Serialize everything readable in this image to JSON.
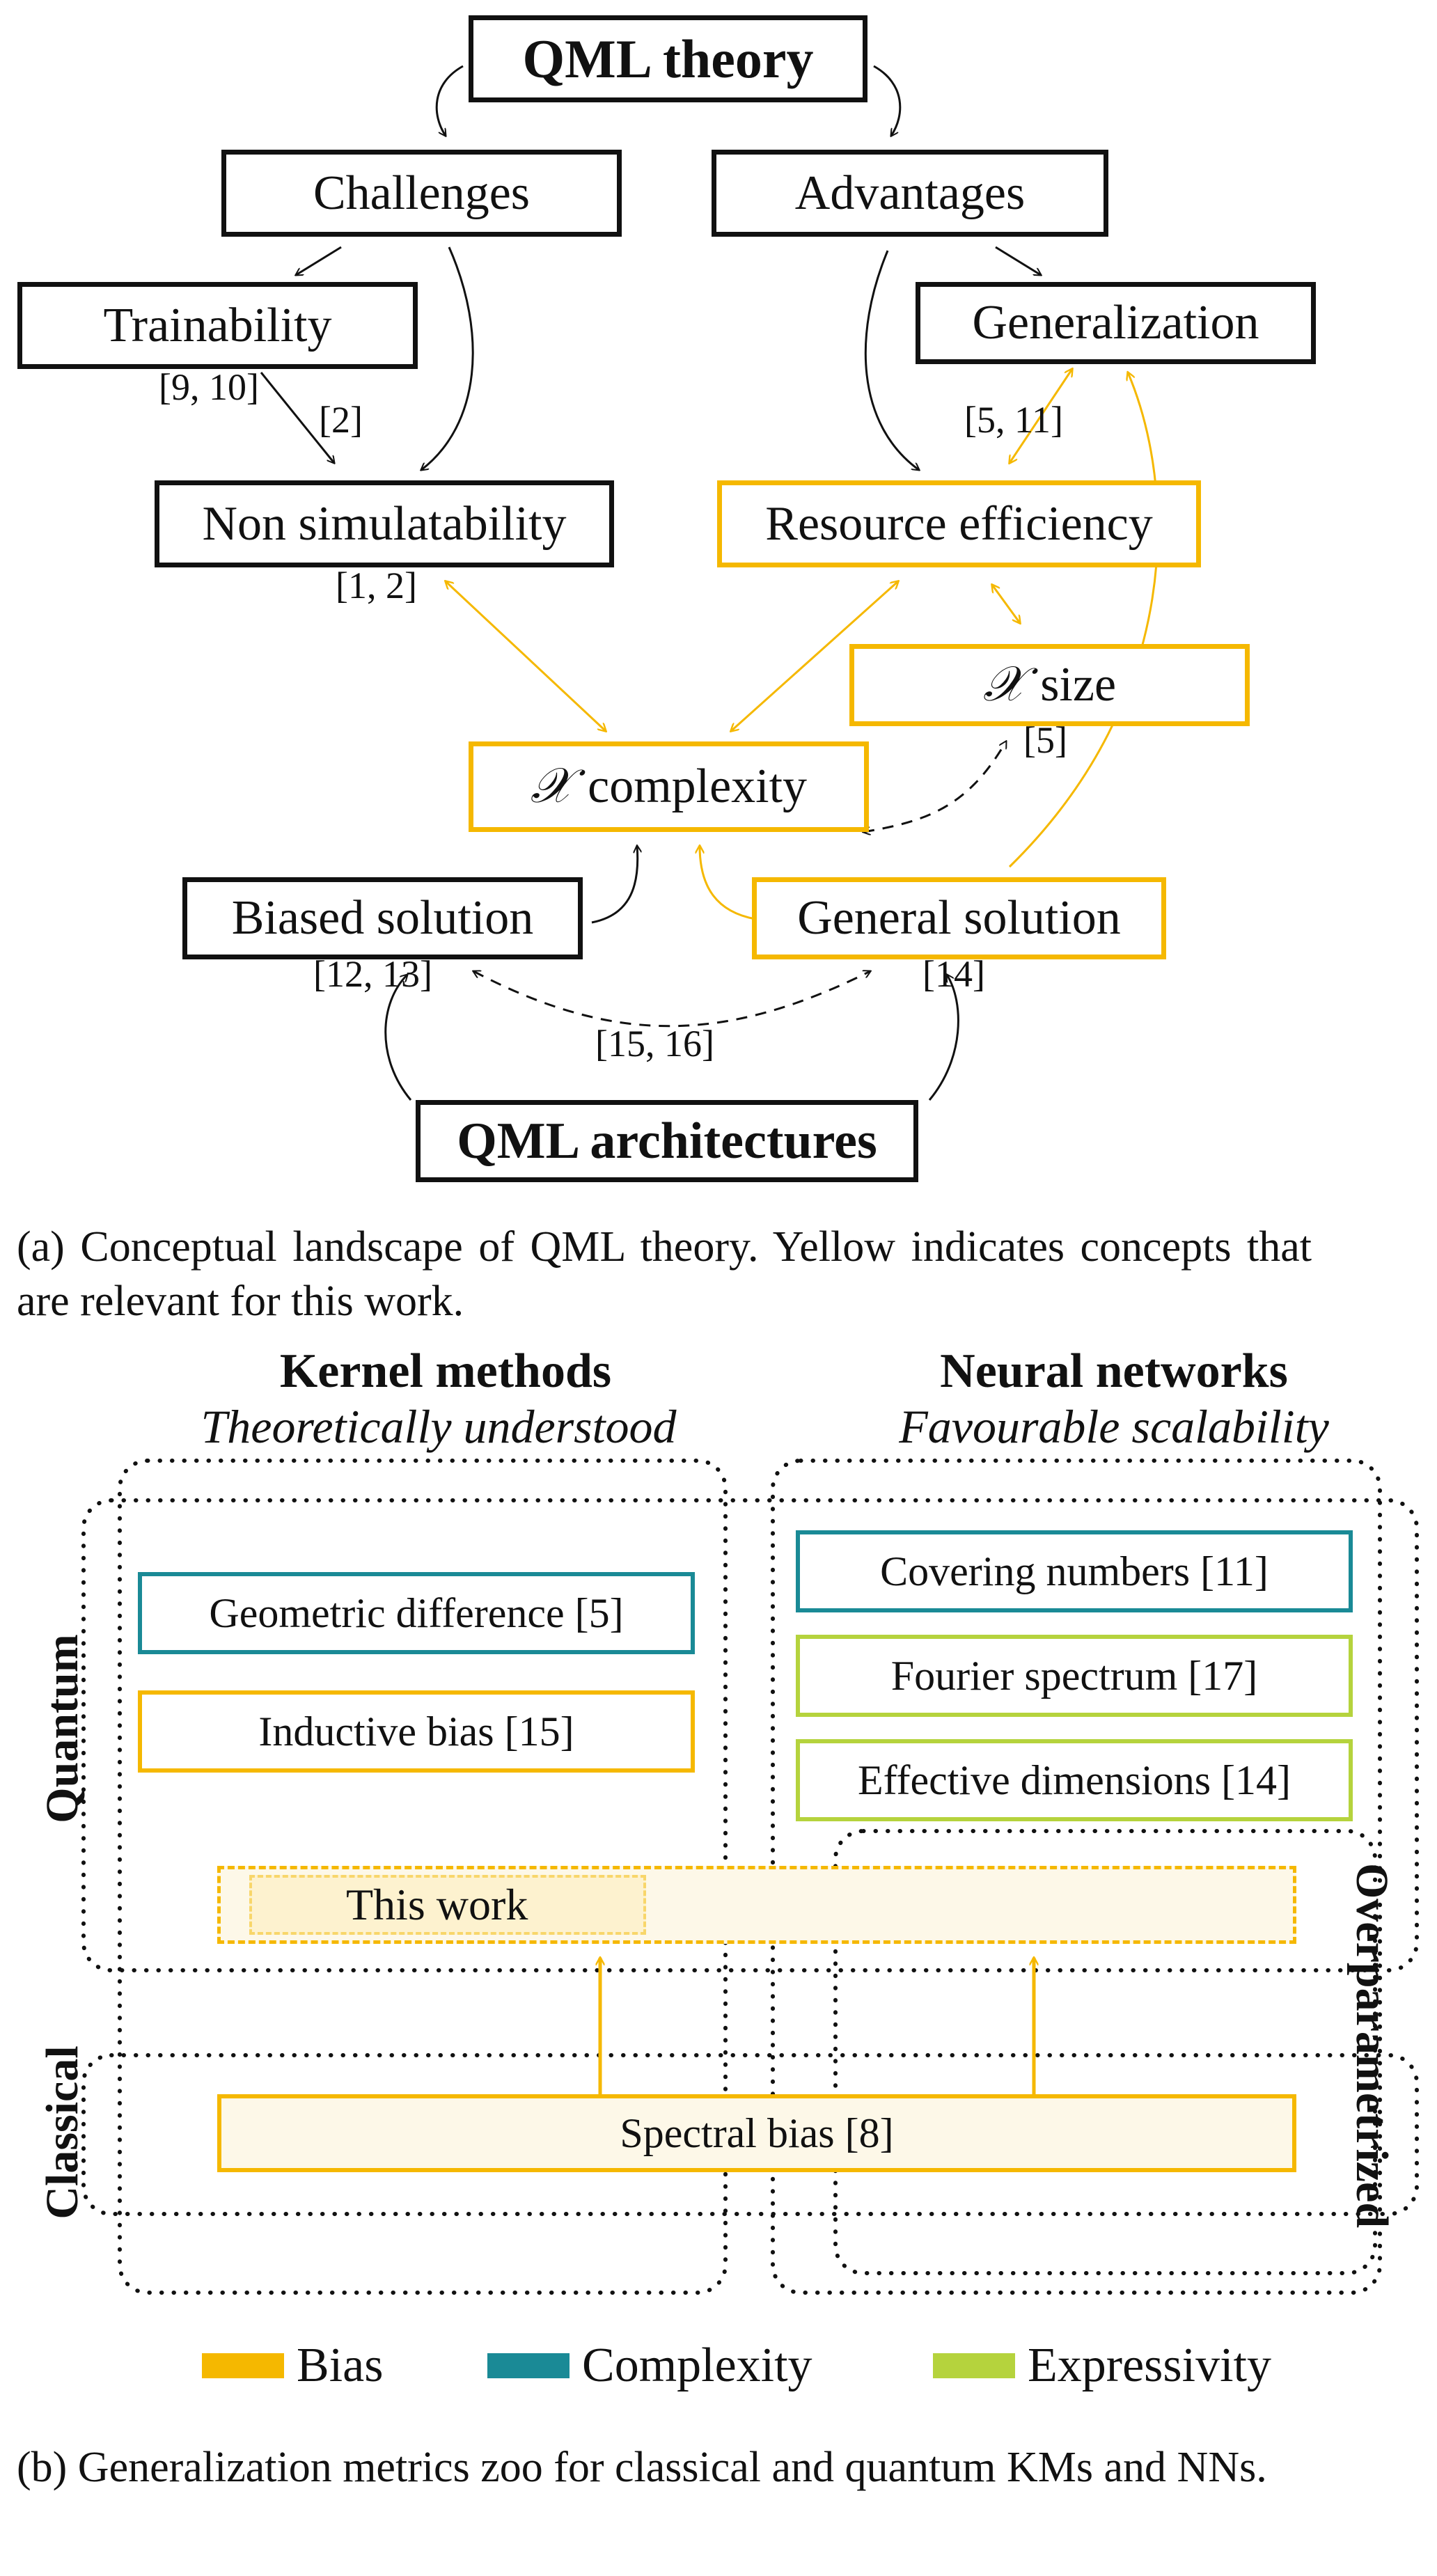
{
  "colors": {
    "bias": "#f5b800",
    "complexity": "#1a8a96",
    "expressivity": "#b5d33d",
    "black": "#111111"
  },
  "diagram_a": {
    "nodes": {
      "qml_theory": "QML theory",
      "challenges": "Challenges",
      "advantages": "Advantages",
      "trainability": "Trainability",
      "generalization": "Generalization",
      "non_simulatability": "Non simulatability",
      "resource_efficiency": "Resource efficiency",
      "x_size_suffix": "size",
      "x_complexity_suffix": "complexity",
      "x_symbol": "𝒳",
      "biased_solution": "Biased solution",
      "general_solution": "General solution",
      "qml_architectures": "QML architectures"
    },
    "refs": {
      "trainability": "[9, 10]",
      "train_nonsim": "[2]",
      "gen_resource": "[5, 11]",
      "nonsim": "[1, 2]",
      "x_size": "[5]",
      "biased": "[12, 13]",
      "general": "[14]",
      "biased_general": "[15, 16]"
    },
    "caption": "(a) Conceptual landscape of QML theory. Yellow indicates concepts that are relevant for this work."
  },
  "diagram_b": {
    "col_kernel_title": "Kernel methods",
    "col_kernel_sub": "Theoretically understood",
    "col_nn_title": "Neural networks",
    "col_nn_sub": "Favourable scalability",
    "row_quantum": "Quantum",
    "row_classical": "Classical",
    "overparametrized": "Overparametrized",
    "boxes": {
      "geometric_difference": "Geometric difference [5]",
      "inductive_bias": "Inductive bias [15]",
      "covering_numbers": "Covering numbers [11]",
      "fourier_spectrum": "Fourier spectrum [17]",
      "effective_dimensions": "Effective dimensions [14]",
      "this_work": "This work",
      "spectral_bias": "Spectral bias [8]"
    },
    "legend": {
      "bias": "Bias",
      "complexity": "Complexity",
      "expressivity": "Expressivity"
    },
    "caption": "(b) Generalization metrics zoo for classical and quantum KMs and NNs."
  }
}
